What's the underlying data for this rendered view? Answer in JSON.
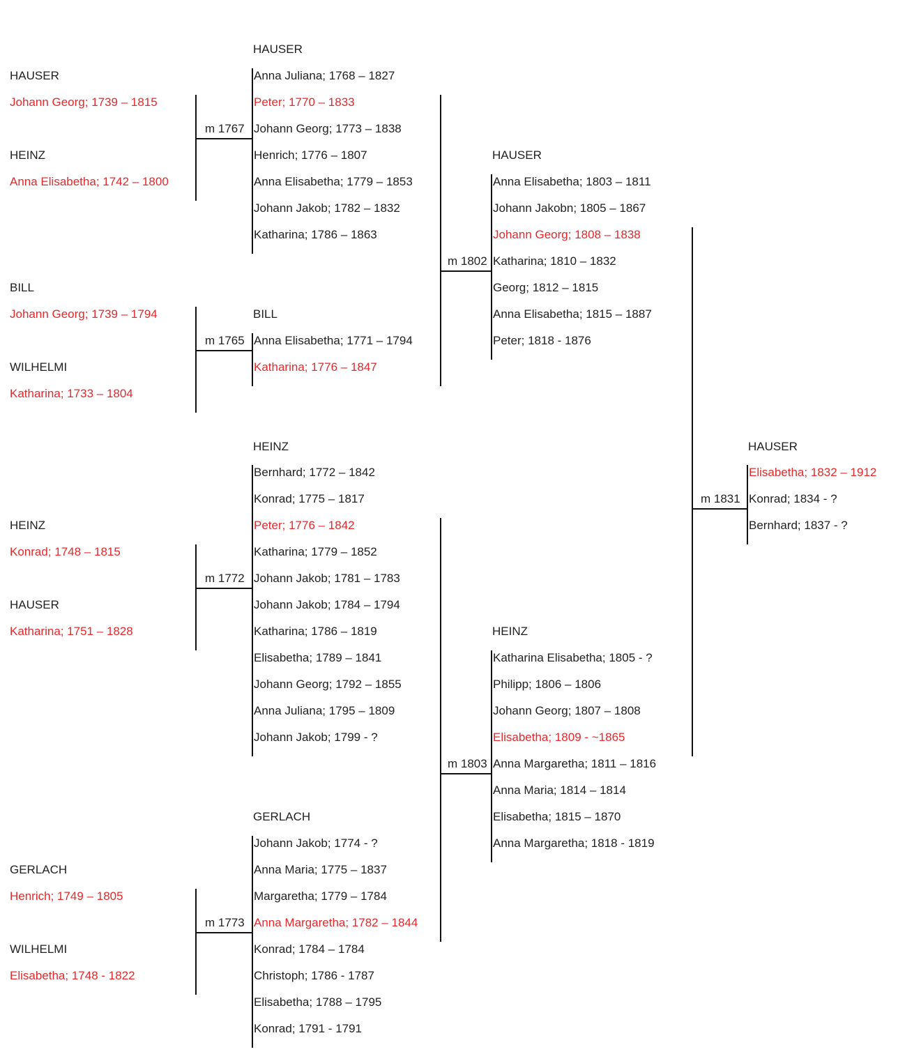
{
  "highlight_color": "#e8282b",
  "text_color": "#222222",
  "line_color": "#111111",
  "ancestors": {
    "hauser_1767": {
      "surname": "HAUSER",
      "name": "Johann Georg; 1739 – 1815"
    },
    "heinz_1767": {
      "surname": "HEINZ",
      "name": "Anna Elisabetha; 1742 – 1800"
    },
    "bill_1765": {
      "surname": "BILL",
      "name": "Johann Georg; 1739 – 1794"
    },
    "wilhelmi_1765": {
      "surname": "WILHELMI",
      "name": "Katharina; 1733 – 1804"
    },
    "heinz_1772": {
      "surname": "HEINZ",
      "name": "Konrad; 1748 – 1815"
    },
    "hauser_1772": {
      "surname": "HAUSER",
      "name": "Katharina; 1751 – 1828"
    },
    "gerlach_1773": {
      "surname": "GERLACH",
      "name": "Henrich; 1749 – 1805"
    },
    "wilhelmi_1773": {
      "surname": "WILHELMI",
      "name": "Elisabetha; 1748 - 1822"
    }
  },
  "marriages": {
    "m1767": "m 1767",
    "m1765": "m 1765",
    "m1772": "m 1772",
    "m1773": "m 1773",
    "m1802": "m 1802",
    "m1803": "m 1803",
    "m1831": "m 1831"
  },
  "families": {
    "hauser_1767": {
      "surname": "HAUSER",
      "children": [
        "Anna Juliana; 1768 – 1827",
        "Peter; 1770 – 1833",
        "Johann Georg; 1773 – 1838",
        "Henrich; 1776 – 1807",
        "Anna Elisabetha; 1779 – 1853",
        "Johann Jakob; 1782 – 1832",
        "Katharina; 1786 – 1863"
      ],
      "highlighted_index": 1
    },
    "bill_1765": {
      "surname": "BILL",
      "children": [
        "Anna Elisabetha; 1771 – 1794",
        "Katharina; 1776 – 1847"
      ],
      "highlighted_index": 1
    },
    "heinz_1772": {
      "surname": "HEINZ",
      "children": [
        "Bernhard; 1772 – 1842",
        "Konrad; 1775 – 1817",
        "Peter; 1776 – 1842",
        "Katharina; 1779 – 1852",
        "Johann Jakob; 1781 – 1783",
        "Johann Jakob; 1784 – 1794",
        "Katharina; 1786 – 1819",
        "Elisabetha; 1789 – 1841",
        "Johann Georg; 1792 – 1855",
        "Anna Juliana; 1795 – 1809",
        "Johann Jakob; 1799 - ?"
      ],
      "highlighted_index": 2
    },
    "gerlach_1773": {
      "surname": "GERLACH",
      "children": [
        "Johann Jakob; 1774 - ?",
        "Anna Maria; 1775 – 1837",
        "Margaretha; 1779 – 1784",
        "Anna Margaretha; 1782 – 1844",
        "Konrad; 1784 – 1784",
        "Christoph; 1786 - 1787",
        "Elisabetha; 1788 – 1795",
        "Konrad; 1791 - 1791"
      ],
      "highlighted_index": 3
    },
    "hauser_1802": {
      "surname": "HAUSER",
      "children": [
        "Anna Elisabetha; 1803 – 1811",
        "Johann Jakobn; 1805 – 1867",
        "Johann Georg; 1808 – 1838",
        "Katharina; 1810 – 1832",
        "Georg; 1812 – 1815",
        "Anna Elisabetha; 1815 – 1887",
        "Peter; 1818 - 1876"
      ],
      "highlighted_index": 2
    },
    "heinz_1803": {
      "surname": "HEINZ",
      "children": [
        "Katharina Elisabetha; 1805 - ?",
        "Philipp; 1806 – 1806",
        "Johann Georg; 1807 – 1808",
        "Elisabetha; 1809 - ~1865",
        "Anna Margaretha; 1811 – 1816",
        "Anna Maria; 1814 – 1814",
        "Elisabetha; 1815 – 1870",
        "Anna Margaretha; 1818 - 1819"
      ],
      "highlighted_index": 3
    },
    "hauser_1831": {
      "surname": "HAUSER",
      "children": [
        "Elisabetha; 1832 – 1912",
        "Konrad; 1834 - ?",
        "Bernhard; 1837 - ?"
      ],
      "highlighted_index": 0
    }
  }
}
